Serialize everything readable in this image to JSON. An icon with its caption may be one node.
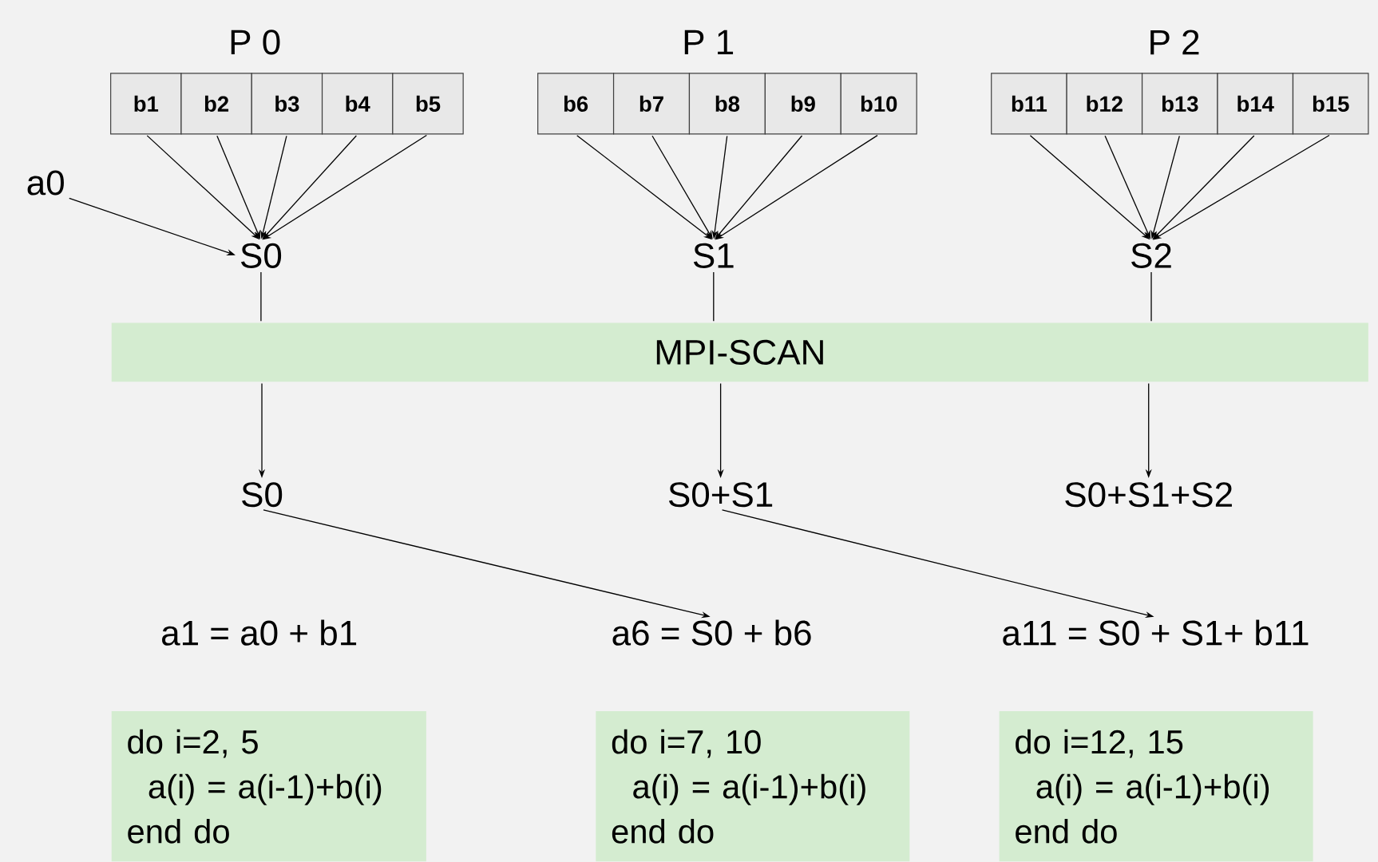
{
  "diagram": {
    "nodes": [
      {
        "text": [
          "b1"
        ]
      },
      {
        "text": [
          "b2"
        ]
      },
      {
        "text": [
          "b3"
        ]
      },
      {
        "text": [
          "b4"
        ]
      },
      {
        "text": [
          "b5"
        ]
      },
      {
        "text": [
          "b6"
        ]
      },
      {
        "text": [
          "b7"
        ]
      },
      {
        "text": [
          "b8"
        ]
      },
      {
        "text": [
          "b9"
        ]
      },
      {
        "text": [
          "b10"
        ]
      },
      {
        "text": [
          "b11"
        ]
      },
      {
        "text": [
          "b12"
        ]
      },
      {
        "text": [
          "b13"
        ]
      },
      {
        "text": [
          "b14"
        ]
      },
      {
        "text": [
          "b15"
        ]
      },
      {
        "text": [
          "a0"
        ]
      },
      {
        "text": [
          "S0"
        ]
      },
      {
        "text": [
          "S1"
        ]
      },
      {
        "text": [
          "S2"
        ]
      },
      {
        "text": [
          "MPI-SCAN"
        ]
      },
      {
        "text": [
          "S0"
        ]
      },
      {
        "text": [
          "S0+S1"
        ]
      },
      {
        "text": [
          "S0+S1+S2"
        ]
      },
      {
        "text": [
          "a1 = a0 + b1"
        ]
      },
      {
        "text": [
          "a6 = S0 + b6"
        ]
      },
      {
        "text": [
          "a11 = S0 + S1+ b11"
        ]
      },
      {
        "text": [
          "do i=2, 5",
          "a(i) = a(i-1)+b(i)",
          "end do"
        ]
      },
      {
        "text": [
          "do i=7, 10",
          "a(i) = a(i-1)+b(i)",
          "end do"
        ]
      },
      {
        "text": [
          "do i=12, 15",
          "a(i) = a(i-1)+b(i)",
          "end do"
        ]
      }
    ],
    "edges": [
      {
        "from": 0,
        "to": 16,
        "arrow": "to"
      },
      {
        "from": 1,
        "to": 16,
        "arrow": "to"
      },
      {
        "from": 2,
        "to": 16,
        "arrow": "to"
      },
      {
        "from": 3,
        "to": 16,
        "arrow": "to"
      },
      {
        "from": 4,
        "to": 16,
        "arrow": "to"
      },
      {
        "from": 5,
        "to": 17,
        "arrow": "to"
      },
      {
        "from": 6,
        "to": 17,
        "arrow": "to"
      },
      {
        "from": 7,
        "to": 17,
        "arrow": "to"
      },
      {
        "from": 8,
        "to": 17,
        "arrow": "to"
      },
      {
        "from": 9,
        "to": 17,
        "arrow": "to"
      },
      {
        "from": 10,
        "to": 18,
        "arrow": "to"
      },
      {
        "from": 11,
        "to": 18,
        "arrow": "to"
      },
      {
        "from": 12,
        "to": 18,
        "arrow": "to"
      },
      {
        "from": 13,
        "to": 18,
        "arrow": "to"
      },
      {
        "from": 14,
        "to": 18,
        "arrow": "to"
      },
      {
        "from": 15,
        "to": 16,
        "arrow": "to"
      },
      {
        "from": 16,
        "to": 19,
        "arrow": "none"
      },
      {
        "from": 17,
        "to": 19,
        "arrow": "none"
      },
      {
        "from": 18,
        "to": 19,
        "arrow": "none"
      },
      {
        "from": 19,
        "to": 20,
        "arrow": "to"
      },
      {
        "from": 19,
        "to": 21,
        "arrow": "to"
      },
      {
        "from": 19,
        "to": 22,
        "arrow": "to"
      },
      {
        "from": 20,
        "to": 24,
        "arrow": "to"
      },
      {
        "from": 21,
        "to": 25,
        "arrow": "to"
      }
    ],
    "labels": [
      "P 0",
      "P 1",
      "P 2"
    ]
  }
}
